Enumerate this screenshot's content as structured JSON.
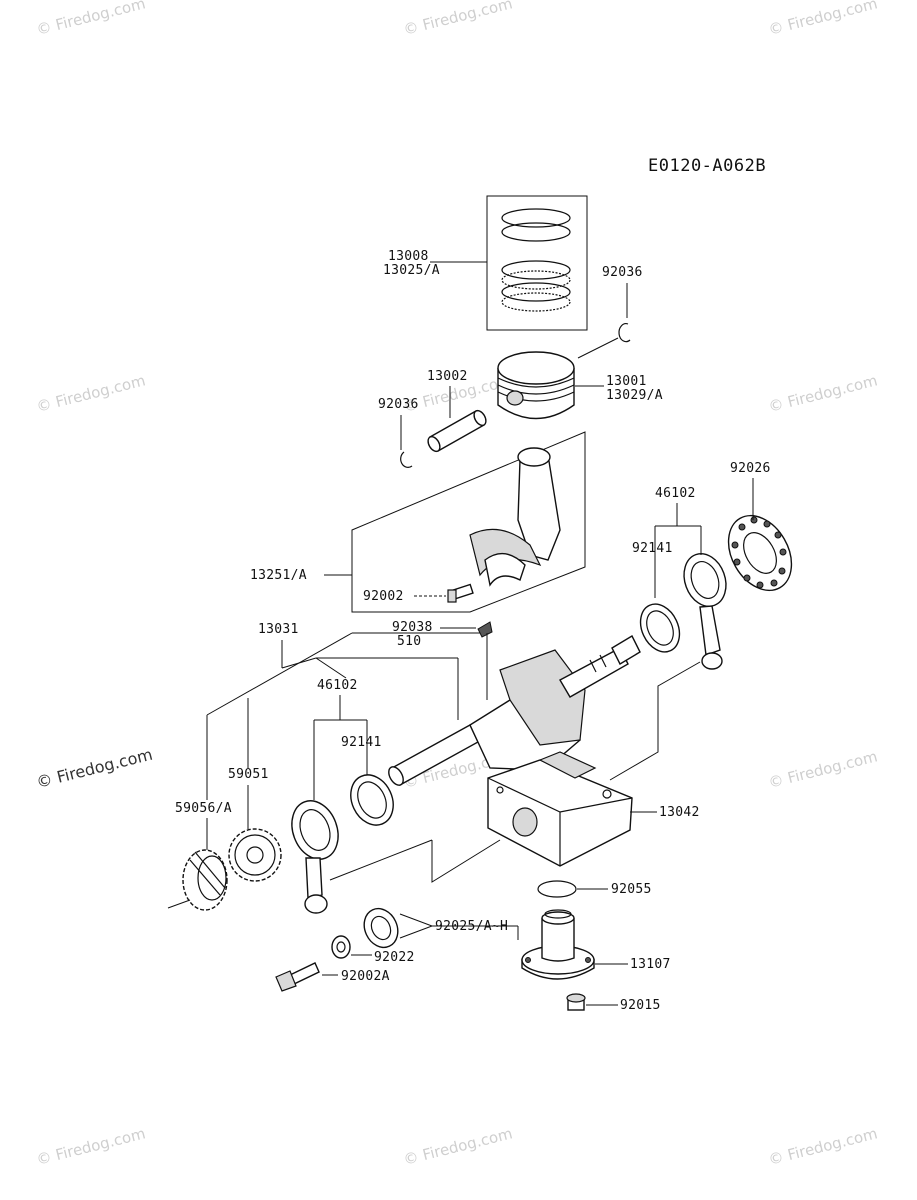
{
  "diagram": {
    "code": "E0120-A062B",
    "watermark": "© Firedog.com",
    "labels": {
      "l13008": "13008",
      "l13025A": "13025/A",
      "l92036a": "92036",
      "l13002": "13002",
      "l13001": "13001",
      "l13029A": "13029/A",
      "l92036b": "92036",
      "l92026": "92026",
      "l46102a": "46102",
      "l92141a": "92141",
      "l13251A": "13251/A",
      "l92002": "92002",
      "l13031": "13031",
      "l92038": "92038",
      "l510": "510",
      "l46102b": "46102",
      "l92141b": "92141",
      "l59051": "59051",
      "l59056A": "59056/A",
      "l13042": "13042",
      "l92055": "92055",
      "l92025": "92025/A~H",
      "l92022": "92022",
      "l92002A": "92002A",
      "l13107": "13107",
      "l92015": "92015"
    }
  }
}
